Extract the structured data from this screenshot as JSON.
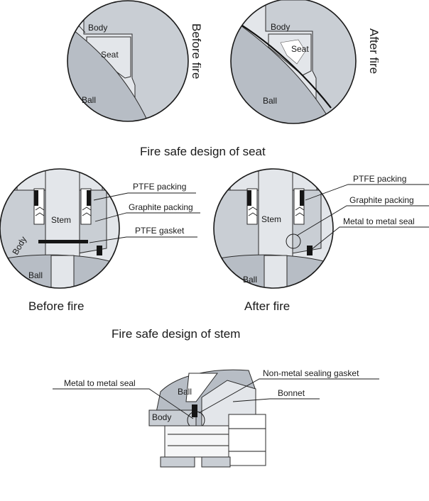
{
  "seat_section": {
    "before": {
      "body": "Body",
      "seat": "Seat",
      "ball": "Ball",
      "caption": "Before fire"
    },
    "after": {
      "body": "Body",
      "seat": "Seat",
      "ball": "Ball",
      "caption": "After fire"
    },
    "title": "Fire safe design of seat"
  },
  "stem_section": {
    "before": {
      "ptfe_packing": "PTFE packing",
      "graphite_packing": "Graphite packing",
      "ptfe_gasket": "PTFE gasket",
      "stem": "Stem",
      "body": "Body",
      "ball": "Ball",
      "caption": "Before fire"
    },
    "after": {
      "ptfe_packing": "PTFE packing",
      "graphite_packing": "Graphite packing",
      "metal_seal": "Metal to metal seal",
      "stem": "Stem",
      "ball": "Ball",
      "caption": "After fire"
    },
    "title": "Fire safe design of stem"
  },
  "bonnet_section": {
    "metal_seal": "Metal to metal seal",
    "gasket": "Non-metal sealing gasket",
    "bonnet": "Bonnet",
    "ball": "Ball",
    "body": "Body"
  }
}
